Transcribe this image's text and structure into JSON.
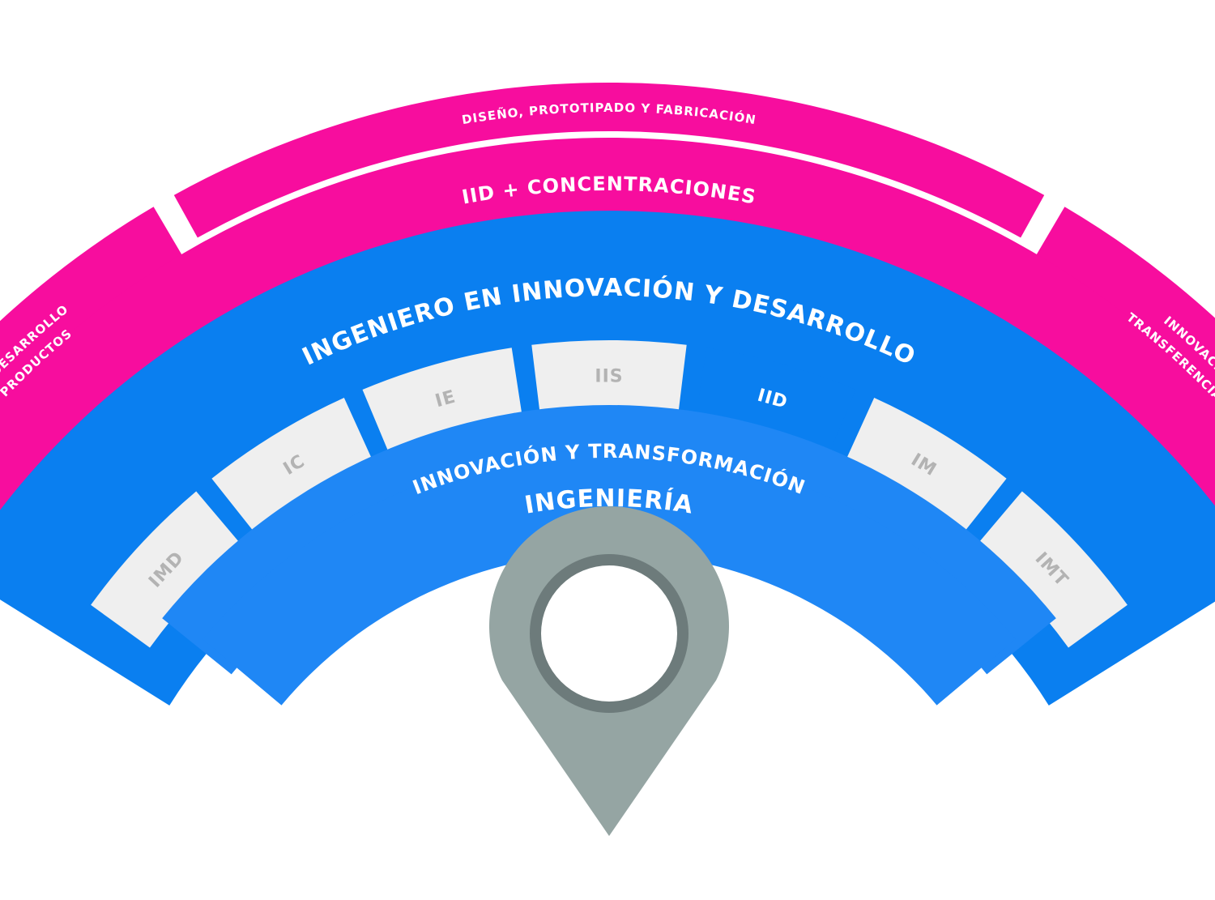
{
  "colors": {
    "magenta": "#f70d9e",
    "blue_dark": "#0a7ff0",
    "blue_light": "#1f87f5",
    "tab_gray": "#efefef",
    "tab_text": "#b3b3b3",
    "white": "#ffffff",
    "pin": "#95a5a3",
    "pin_ring": "#6d7b7b"
  },
  "outer_bands": {
    "left": {
      "line1": "INNOVACIÓN Y DESARROLLO",
      "line2": "DE NUEVOS PRODUCTOS"
    },
    "top": {
      "label": "DISEÑO, PROTOTIPADO Y FABRICACIÓN"
    },
    "right": {
      "line1": "INNOVACIÓN ABIERTA Y",
      "line2": "TRANSFERENCIA TECNOLÓGICA"
    }
  },
  "concentrations_band": {
    "label": "IID + CONCENTRACIONES"
  },
  "engineer_band": {
    "label": "INGENIERO EN INNOVACIÓN Y DESARROLLO"
  },
  "programs": [
    {
      "code": "IMD",
      "highlighted": false
    },
    {
      "code": "IC",
      "highlighted": false
    },
    {
      "code": "IE",
      "highlighted": false
    },
    {
      "code": "IIS",
      "highlighted": false
    },
    {
      "code": "IID",
      "highlighted": true
    },
    {
      "code": "IM",
      "highlighted": false
    },
    {
      "code": "IMT",
      "highlighted": false
    }
  ],
  "transformation_band": {
    "label": "INNOVACIÓN Y TRANSFORMACIÓN"
  },
  "engineering_band": {
    "label": "INGENIERÍA"
  },
  "pin": {
    "icon": "location-pin-icon"
  }
}
